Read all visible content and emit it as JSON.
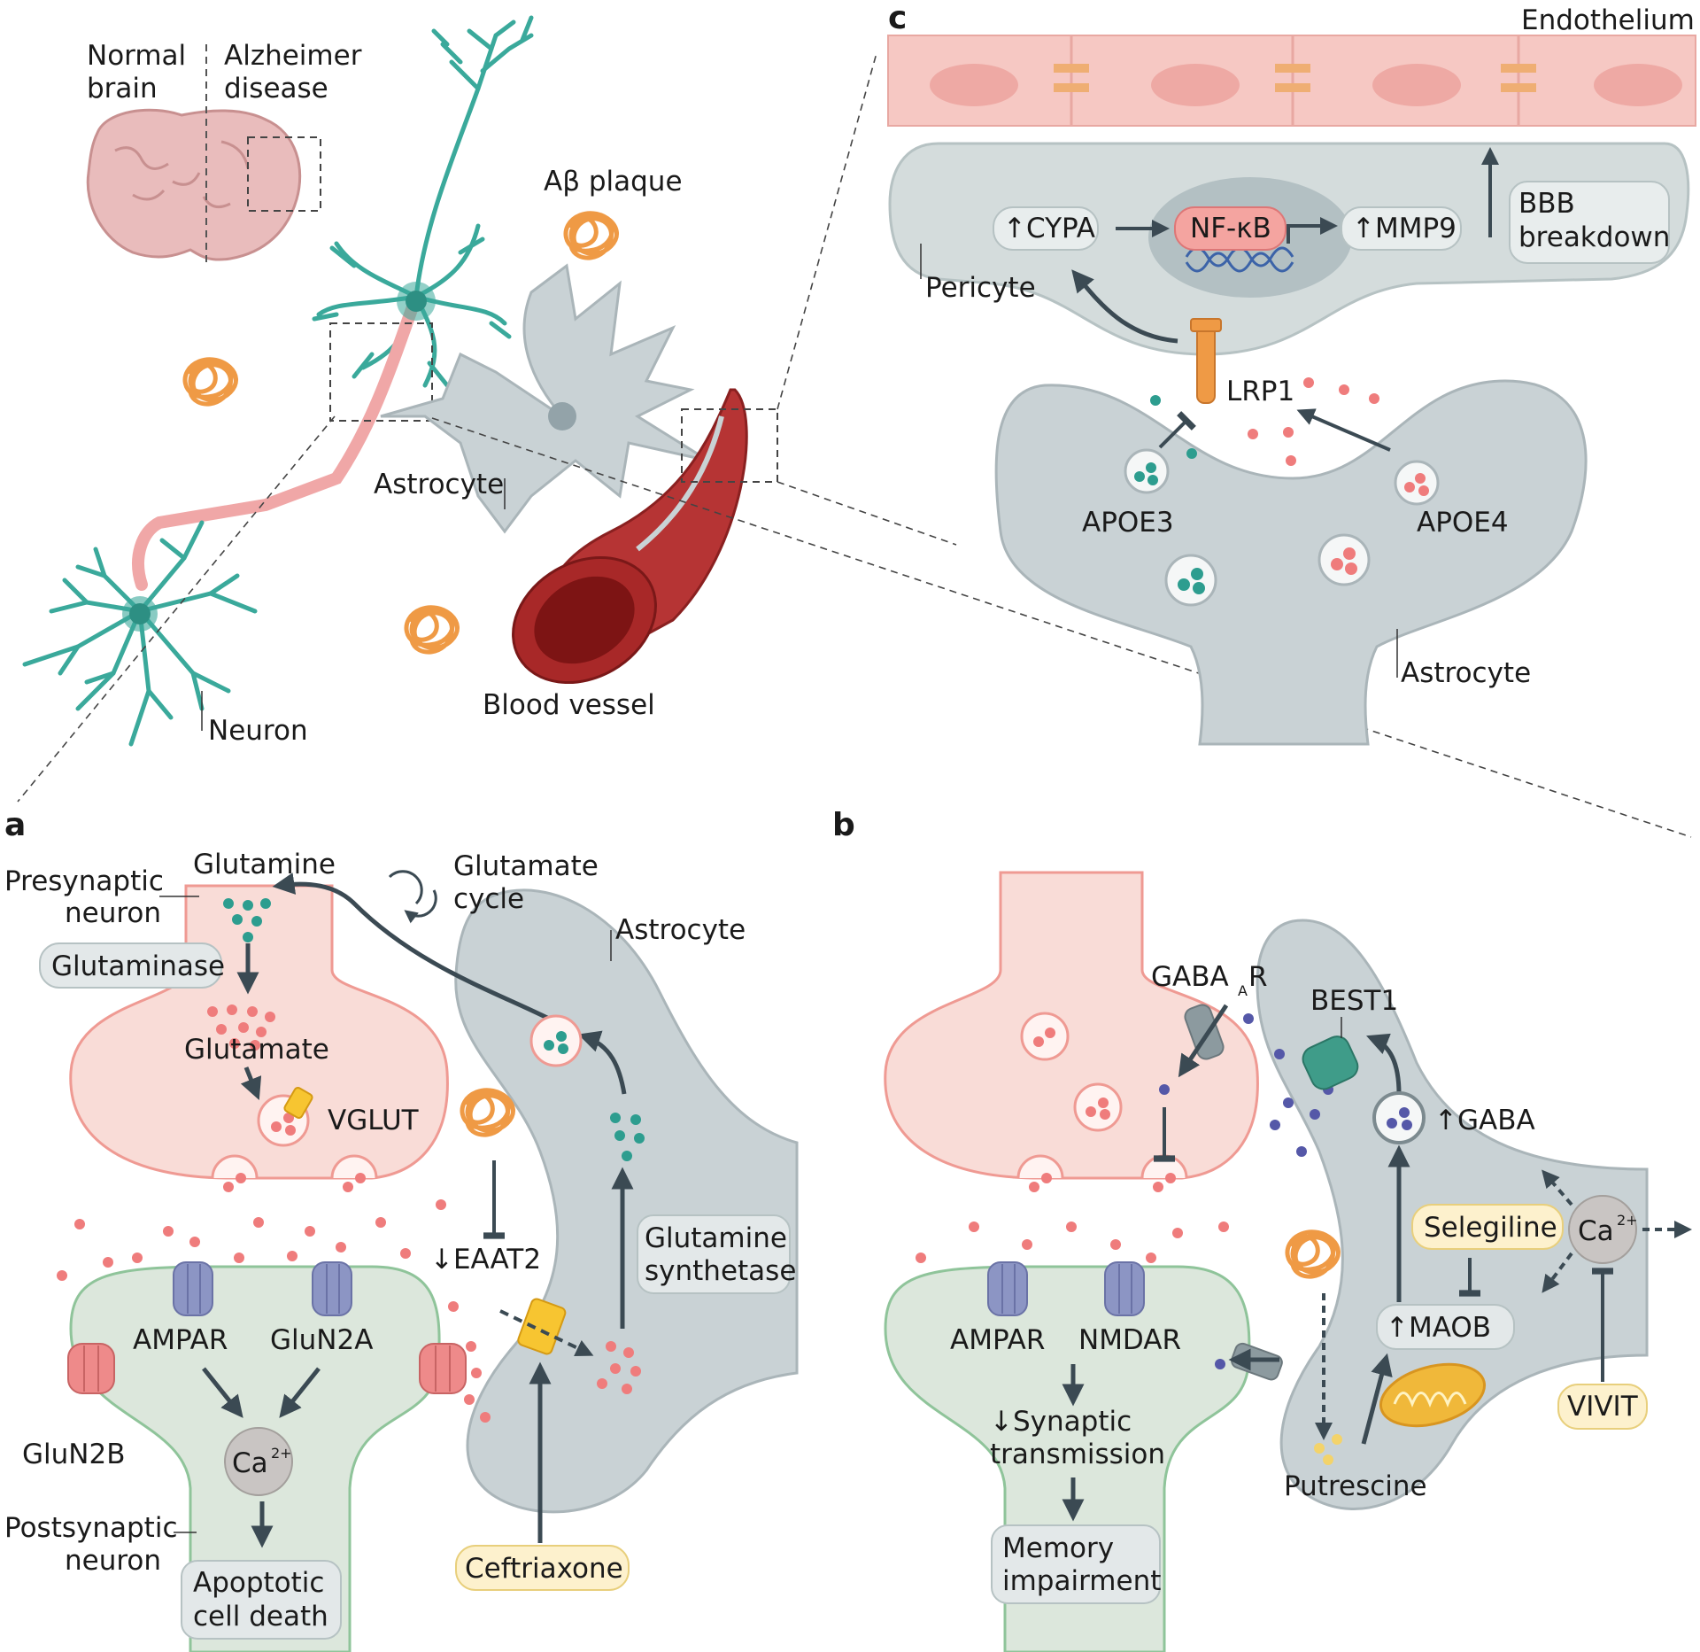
{
  "overview": {
    "normal_brain": [
      "Normal",
      "brain"
    ],
    "alzheimer": [
      "Alzheimer",
      "disease"
    ],
    "plaque": "Aβ plaque",
    "astrocyte": "Astrocyte",
    "neuron": "Neuron",
    "vessel": "Blood vessel"
  },
  "panel_c": {
    "letter": "c",
    "endothelium": "Endothelium",
    "cypa": "↑CYPA",
    "nfkb": "NF-κB",
    "mmp9": "↑MMP9",
    "bbb": [
      "BBB",
      "breakdown"
    ],
    "pericyte": "Pericyte",
    "lrp1": "LRP1",
    "apoe3": "APOE3",
    "apoe4": "APOE4",
    "astrocyte": "Astrocyte"
  },
  "panel_a": {
    "letter": "a",
    "glutamine": "Glutamine",
    "presynaptic": [
      "Presynaptic",
      "neuron"
    ],
    "glutamate_cycle": [
      "Glutamate",
      "cycle"
    ],
    "astrocyte": "Astrocyte",
    "glutaminase": "Glutaminase",
    "glutamate": "Glutamate",
    "vglut": "VGLUT",
    "eaat2": "↓EAAT2",
    "glutamine_synthetase": [
      "Glutamine",
      "synthetase"
    ],
    "ampar": "AMPAR",
    "glun2a": "GluN2A",
    "glun2b": "GluN2B",
    "ca": "Ca",
    "ca_sup": "2+",
    "postsynaptic": [
      "Postsynaptic",
      "neuron"
    ],
    "apoptotic": [
      "Apoptotic",
      "cell death"
    ],
    "ceftriaxone": "Ceftriaxone"
  },
  "panel_b": {
    "letter": "b",
    "gabaar": "GABA",
    "gabaar_sub": "A",
    "gabaar_r": "R",
    "best1": "BEST1",
    "gaba": "↑GABA",
    "selegiline": "Selegiline",
    "ca": "Ca",
    "ca_sup": "2+",
    "maob": "↑MAOB",
    "ampar": "AMPAR",
    "nmdar": "NMDAR",
    "synaptic": [
      "↓Synaptic",
      "transmission"
    ],
    "memory": [
      "Memory",
      "impairment"
    ],
    "putrescine": "Putrescine",
    "vivit": "VIVIT"
  },
  "colors": {
    "neuron": "#3aa99b",
    "astrocyte_fill": "#c9d2d5",
    "pre_fill": "#f9dcd7",
    "post_fill": "#dce7dc",
    "glutamate": "#ef7c7c",
    "glutamine": "#2d9d8f",
    "gaba": "#5558a8",
    "plaque": "#ef9a45",
    "vessel": "#a82828",
    "drug_box": "#fdf1cd",
    "arrow": "#3b4a53"
  }
}
